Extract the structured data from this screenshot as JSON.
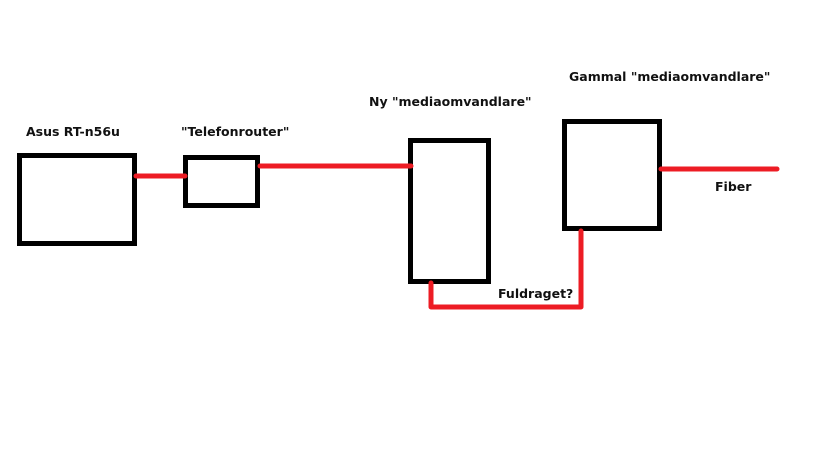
{
  "colors": {
    "cable": "#ed1c24",
    "box": "#000000",
    "background": "#ffffff"
  },
  "devices": {
    "asus": {
      "label": "Asus RT-n56u"
    },
    "telefonrouter": {
      "label": "\"Telefonrouter\""
    },
    "ny_media": {
      "label": "Ny \"mediaomvandlare\""
    },
    "gammal_media": {
      "label": "Gammal \"mediaomvandlare\""
    }
  },
  "connections": {
    "fiber": {
      "label": "Fiber"
    },
    "fuldraget": {
      "label": "Fuldraget?"
    }
  }
}
